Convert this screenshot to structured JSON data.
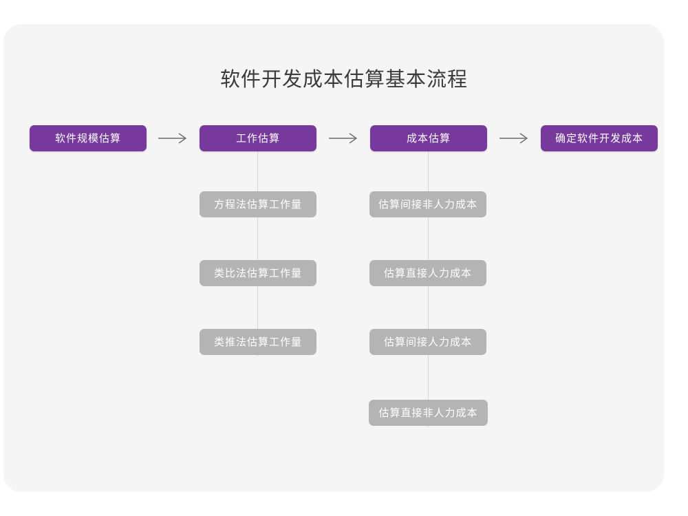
{
  "page": {
    "title": "软件开发成本估算基本流程",
    "background_color": "#ffffff",
    "card_color": "#f5f5f5",
    "primary_color": "#77399b",
    "secondary_color": "#b4b4b4",
    "connector_color": "#d4d4d4",
    "title_color": "#3b3b3b"
  },
  "flow": {
    "main_steps": [
      {
        "label": "软件规模估算"
      },
      {
        "label": "工作估算"
      },
      {
        "label": "成本估算"
      },
      {
        "label": "确定软件开发成本"
      }
    ],
    "arrows": [
      {
        "name": "arrow-1",
        "glyph": "arrow-right-icon"
      },
      {
        "name": "arrow-2",
        "glyph": "arrow-right-icon"
      },
      {
        "name": "arrow-3",
        "glyph": "arrow-right-icon"
      }
    ],
    "branch_work": [
      {
        "label": "方程法估算工作量"
      },
      {
        "label": "类比法估算工作量"
      },
      {
        "label": "类推法估算工作量"
      }
    ],
    "branch_cost": [
      {
        "label": "估算间接非人力成本"
      },
      {
        "label": "估算直接人力成本"
      },
      {
        "label": "估算间接人力成本"
      },
      {
        "label": "估算直接非人力成本"
      }
    ]
  }
}
